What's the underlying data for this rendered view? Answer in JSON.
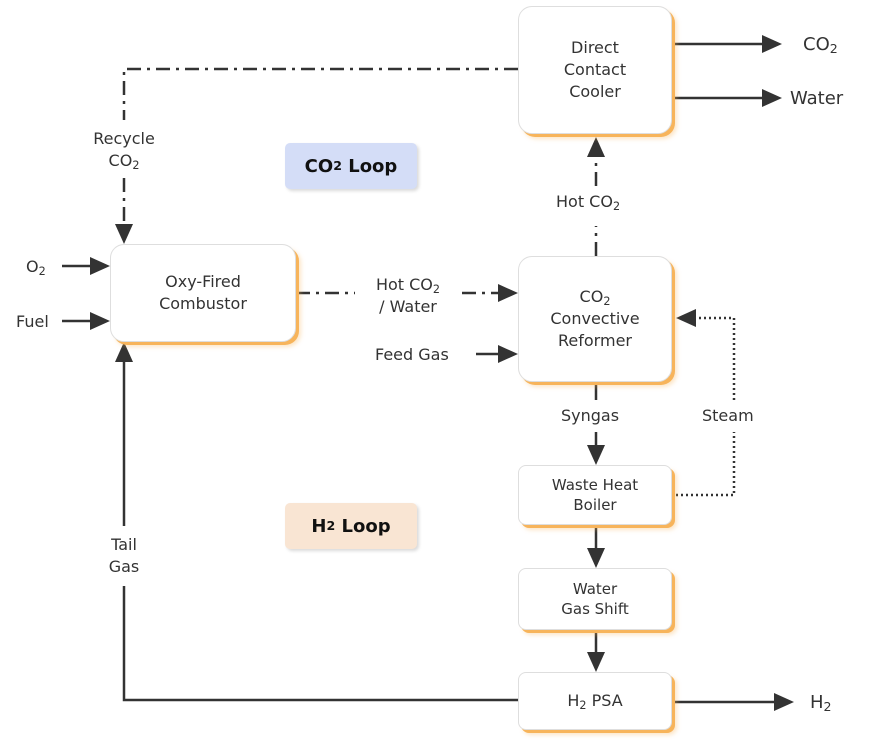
{
  "colors": {
    "co2_loop_bg": "#d4ddf7",
    "h2_loop_bg": "#f9e5d3",
    "box_shadow": "#f7b45b",
    "line": "#333333"
  },
  "loops": {
    "co2": {
      "base": "CO",
      "sub": "2",
      "tail": " Loop"
    },
    "h2": {
      "base": "H",
      "sub": "2",
      "tail": " Loop"
    }
  },
  "boxes": {
    "direct_contact_cooler": {
      "line1": "Direct",
      "line2": "Contact",
      "line3": "Cooler"
    },
    "oxy_fired_combustor": {
      "line1": "Oxy-Fired",
      "line2": "Combustor"
    },
    "co2_convective_reformer": {
      "line1_base": "CO",
      "line1_sub": "2",
      "line2": "Convective",
      "line3": "Reformer"
    },
    "waste_heat_boiler": {
      "line1": "Waste Heat",
      "line2": "Boiler"
    },
    "water_gas_shift": {
      "line1": "Water",
      "line2": "Gas Shift"
    },
    "h2_psa": {
      "base": "H",
      "sub": "2",
      "tail": " PSA"
    }
  },
  "labels": {
    "co2_out": {
      "base": "CO",
      "sub": "2"
    },
    "water_out": "Water",
    "recycle_co2": {
      "line1": "Recycle",
      "line2_base": "CO",
      "line2_sub": "2"
    },
    "hot_co2_up": {
      "base": "Hot CO",
      "sub": "2"
    },
    "o2_in": {
      "base": "O",
      "sub": "2"
    },
    "fuel_in": "Fuel",
    "hot_co2_water": {
      "line1_base": "Hot CO",
      "line1_sub": "2",
      "line2": "/ Water"
    },
    "feed_gas": "Feed Gas",
    "syngas": "Syngas",
    "steam": "Steam",
    "tail_gas": {
      "line1": "Tail",
      "line2": "Gas"
    },
    "h2_out": {
      "base": "H",
      "sub": "2"
    }
  }
}
